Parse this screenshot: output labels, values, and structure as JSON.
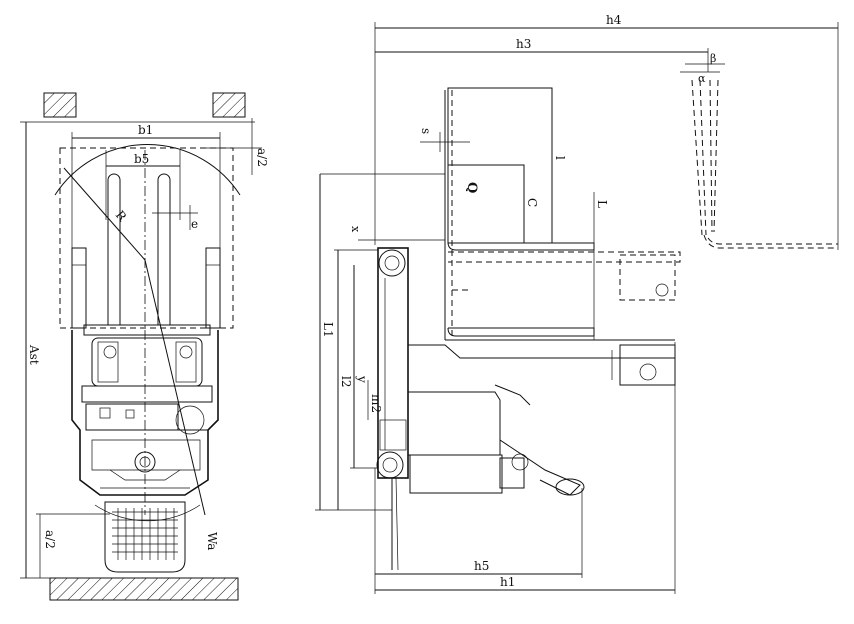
{
  "labels": {
    "h4": "h4",
    "h3": "h3",
    "b1": "b1",
    "b5": "b5",
    "a2_top": "a/2",
    "a2_bottom": "a/2",
    "R": "R",
    "e": "e",
    "Ast": "Ast",
    "Wa": "Wa",
    "s": "s",
    "Q": "Q",
    "l": "l",
    "C": "C",
    "L": "L",
    "x": "x",
    "L1": "L1",
    "l2": "l2",
    "y": "y",
    "m2": "m2",
    "h5": "h5",
    "h1": "h1",
    "beta": "β",
    "alpha": "α"
  }
}
